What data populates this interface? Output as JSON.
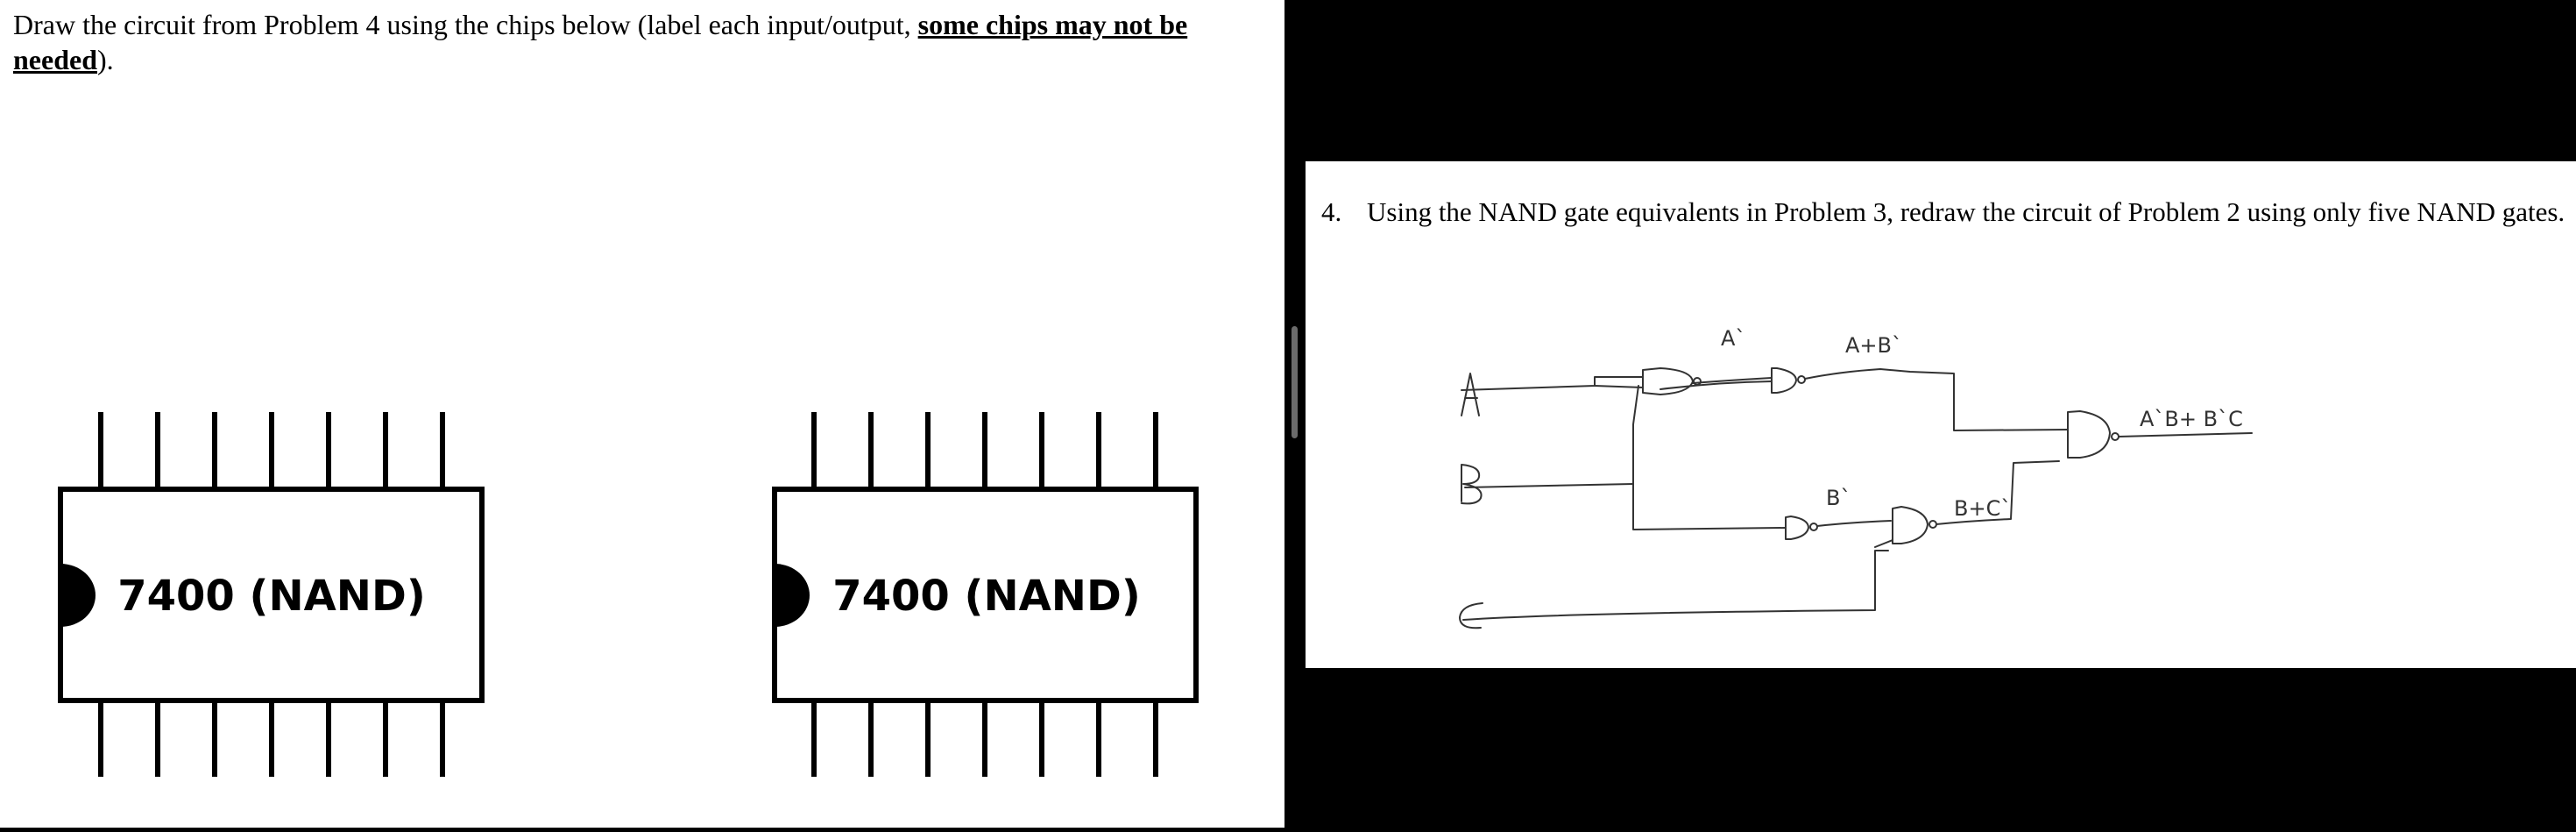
{
  "left_panel": {
    "instruction_part1": "Draw the circuit from Problem 4 using the chips below (label each input/output, ",
    "instruction_emphasis": "some chips may not be needed",
    "instruction_part2": ").",
    "chips": [
      {
        "label": "7400 (NAND)"
      },
      {
        "label": "7400 (NAND)"
      }
    ]
  },
  "right_panel": {
    "problem_number": "4.",
    "problem_text": "Using the NAND gate equivalents in Problem 3, redraw the circuit of Problem 2 using only five NAND gates.",
    "circuit": {
      "inputs": [
        "A",
        "B",
        "C"
      ],
      "annotations": {
        "a_not": "A`",
        "a_plus_b_not": "A+B`",
        "b_not": "B`",
        "b_plus_c_not": "B+C`",
        "output": "A`B+ B`C"
      }
    }
  },
  "colors": {
    "background": "#000000",
    "page": "#ffffff",
    "ink": "#000000",
    "pencil": "#333333",
    "scrollbar": "#6b6b6b"
  }
}
